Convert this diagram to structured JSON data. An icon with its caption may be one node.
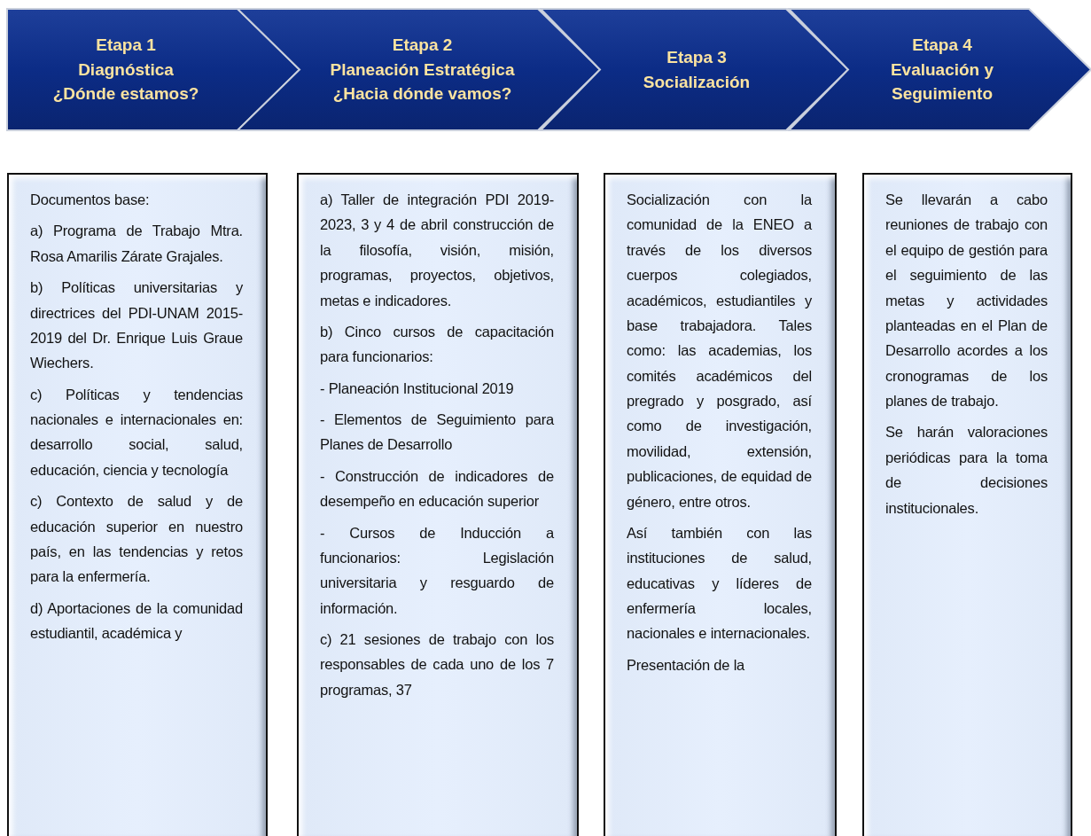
{
  "diagram": {
    "nodes": [
      {
        "text": [
          "Etapa 1",
          "Diagnóstica",
          "¿Dónde estamos?"
        ]
      },
      {
        "text": [
          "Etapa 2",
          "Planeación Estratégica",
          "¿Hacia dónde vamos?"
        ]
      },
      {
        "text": [
          "Etapa 3",
          "Socialización"
        ]
      },
      {
        "text": [
          "Etapa 4",
          "Evaluación y Seguimiento"
        ]
      },
      {
        "text": [
          "Documentos base:",
          "a) Programa de Trabajo Mtra. Rosa Amarilis Zárate Grajales.",
          "b) Políticas universitarias y directrices del PDI-UNAM 2015-2019 del Dr. Enrique Luis Graue Wiechers.",
          "c) Políticas y tendencias nacionales e internacionales en: desarrollo social, salud, educación, ciencia y tecnología",
          "c) Contexto de salud y de educación superior en nuestro país, en las tendencias y retos para la enfermería.",
          "d) Aportaciones de la comunidad estudiantil, académica y"
        ]
      },
      {
        "text": [
          "a) Taller de integración PDI 2019-2023, 3 y 4 de abril construcción de la filosofía, visión, misión, programas, proyectos, objetivos, metas e indicadores.",
          "b) Cinco cursos de capacitación para funcionarios:",
          "- Planeación Institucional 2019",
          "- Elementos de Seguimiento para Planes de Desarrollo",
          "- Construcción de indicadores de desempeño en educación superior",
          "- Cursos de Inducción a funcionarios: Legislación universitaria y resguardo de información.",
          "c) 21 sesiones de trabajo con los responsables de cada uno de los 7 programas, 37"
        ]
      },
      {
        "text": [
          "Socialización con la comunidad de la ENEO a través de los diversos cuerpos colegiados, académicos, estudiantiles y base trabajadora. Tales como: las academias, los comités académicos del pregrado y posgrado, así como de investigación, movilidad, extensión, publicaciones, de equidad de género, entre otros.",
          "Así también con las instituciones de salud, educativas y líderes de enfermería locales, nacionales e internacionales.",
          "Presentación de la"
        ]
      },
      {
        "text": [
          "Se llevarán a cabo reuniones de trabajo con el equipo de gestión para el seguimiento de las metas y actividades planteadas en el Plan de Desarrollo acordes a los cronogramas de los planes de trabajo.",
          "Se harán valoraciones periódicas para la toma de decisiones institucionales."
        ]
      }
    ]
  }
}
